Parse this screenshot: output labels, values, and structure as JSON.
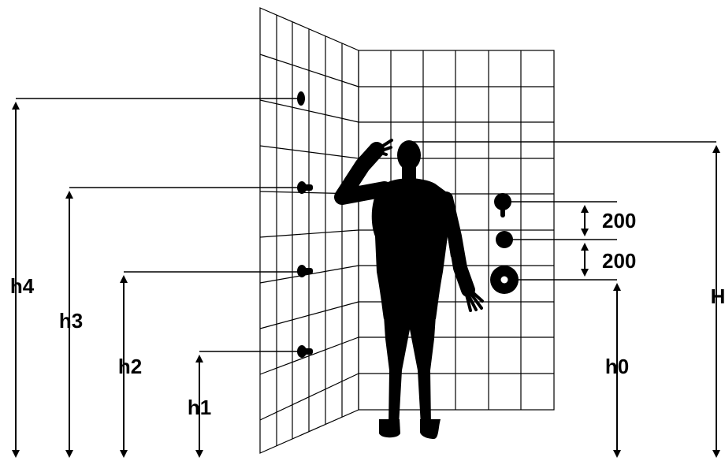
{
  "colors": {
    "ink": "#000000",
    "background": "#ffffff"
  },
  "labels": {
    "h4": "h4",
    "h3": "h3",
    "h2": "h2",
    "h1": "h1",
    "h0": "h0",
    "H": "H",
    "spacing_upper": "200",
    "spacing_lower": "200"
  },
  "icons": {
    "side_wall_outlets": [
      "round-ceiling-nozzle-icon",
      "side-jet-icon",
      "side-jet-icon",
      "side-jet-icon"
    ],
    "rear_wall_controls": [
      "handheld-shower-outlet-icon",
      "diverter-knob-icon",
      "mixer-valve-icon"
    ],
    "figure": "standing-person-silhouette-icon"
  }
}
